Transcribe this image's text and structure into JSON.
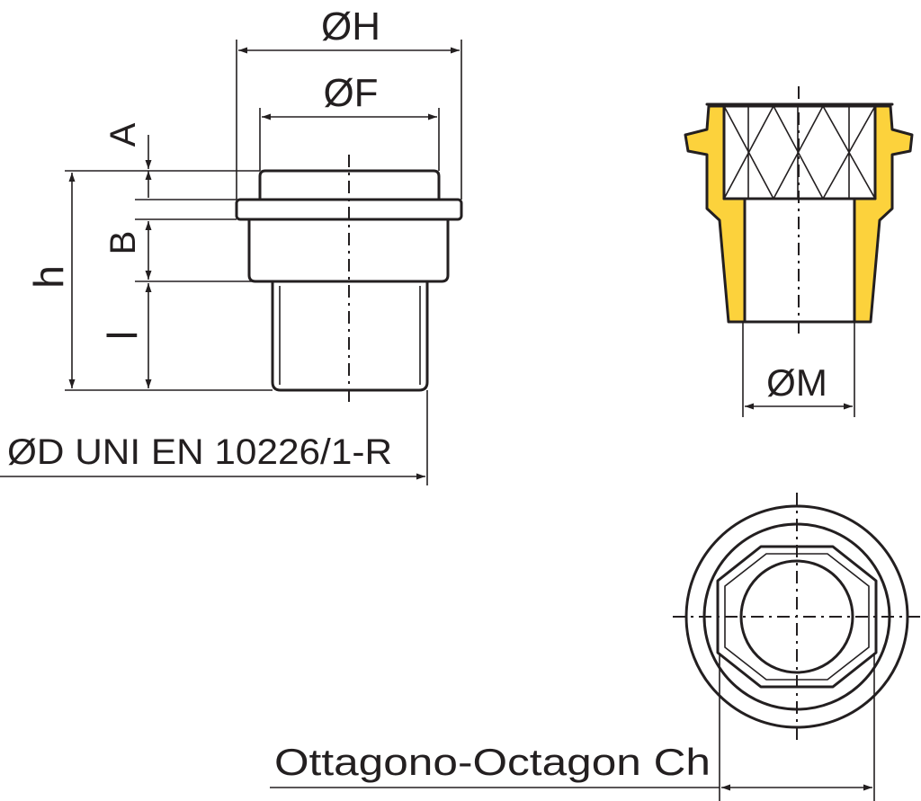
{
  "labels": {
    "dia_h": "ØH",
    "dia_f": "ØF",
    "dim_a": "A",
    "dim_b": "B",
    "dim_h": "h",
    "dim_l": "l",
    "dia_d_thread": "ØD UNI EN 10226/1-R",
    "dia_m": "ØM",
    "octagon": "Ottagono-Octagon Ch"
  },
  "colors": {
    "line": "#231f20",
    "brass": "#fcd23c",
    "background": "#ffffff"
  }
}
